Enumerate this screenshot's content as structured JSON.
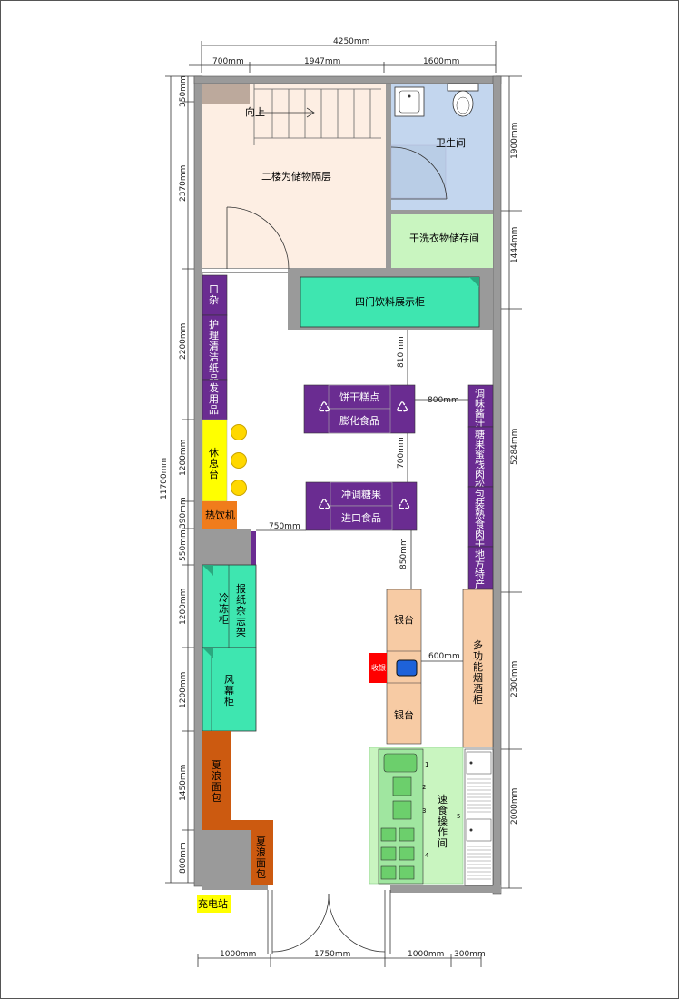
{
  "top_dims": {
    "total": "4250mm",
    "d1": "700mm",
    "d2": "1947mm",
    "d3": "1600mm"
  },
  "bottom_dims": {
    "d1": "1000mm",
    "d2": "1750mm",
    "d3": "1000mm",
    "d4": "300mm"
  },
  "left_dims": {
    "total": "11700mm",
    "d1": "350mm",
    "d2": "2370mm",
    "d3": "2200mm",
    "d4": "1200mm",
    "d5": "390mm",
    "d6": "550mm",
    "d7": "1200mm",
    "d8": "1200mm",
    "d9": "1450mm",
    "d10": "800mm"
  },
  "right_dims": {
    "d1": "1900mm",
    "d2": "1444mm",
    "d3": "5284mm",
    "d4": "2300mm",
    "d5": "2000mm"
  },
  "inner_dims": {
    "a": "810mm",
    "b": "800mm",
    "c": "700mm",
    "d": "750mm",
    "e": "850mm",
    "f": "600mm"
  },
  "rooms": {
    "stairs": "向上",
    "storage": "二楼为储物隔层",
    "wc": "卫生间",
    "dry": "干洗衣物储存间",
    "cooler": "四门饮料展示柜"
  },
  "left_shelves": {
    "s1": "口杂",
    "s2": "护理清洁纸品",
    "s3": "发用品",
    "rest": "休息台",
    "hot": "热饮机"
  },
  "island1": {
    "top": "饼干糕点",
    "bottom": "膨化食品"
  },
  "island2": {
    "top": "冲调糖果",
    "bottom": "进口食品"
  },
  "right_shelves": {
    "s1": "调味酱汁",
    "s2": "糖果蜜饯肉松",
    "s3": "包装熟食肉干",
    "s4": "地方特产"
  },
  "freezer": "冷冻柜",
  "newsstand": "报纸杂志架",
  "curtain": "风幕柜",
  "bread1": "夏浪面包",
  "bread2": "夏浪面包",
  "counter1": "银台",
  "counter2": "银台",
  "wine": "多功能烟酒柜",
  "pos": "收银",
  "fastfood": "速食操作间",
  "fast_nums": [
    "1",
    "2",
    "3",
    "4",
    "5"
  ],
  "charging": "充电站",
  "colors": {
    "purple": "#6a2c91",
    "mint": "#3ee6b0",
    "peach": "#f7cba4",
    "orange": "#cc5a10",
    "yellow": "#ffff00",
    "storage": "#fdeee3",
    "wc": "#c3d6ee",
    "green": "#c9f5c0",
    "wall": "#9a9a9a"
  }
}
